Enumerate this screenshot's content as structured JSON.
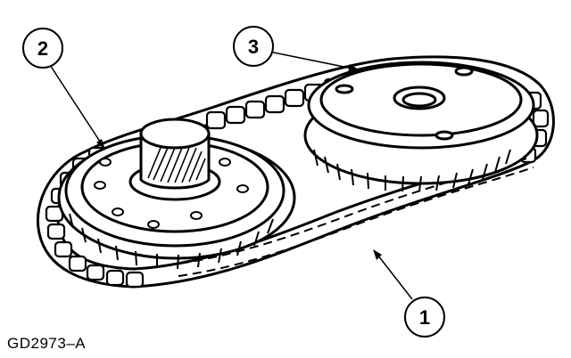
{
  "callouts": [
    {
      "id": "1",
      "label": "1"
    },
    {
      "id": "2",
      "label": "2"
    },
    {
      "id": "3",
      "label": "3"
    }
  ],
  "figure_id": "GD2973–A",
  "colors": {
    "ink": "#000000",
    "paper": "#ffffff"
  }
}
